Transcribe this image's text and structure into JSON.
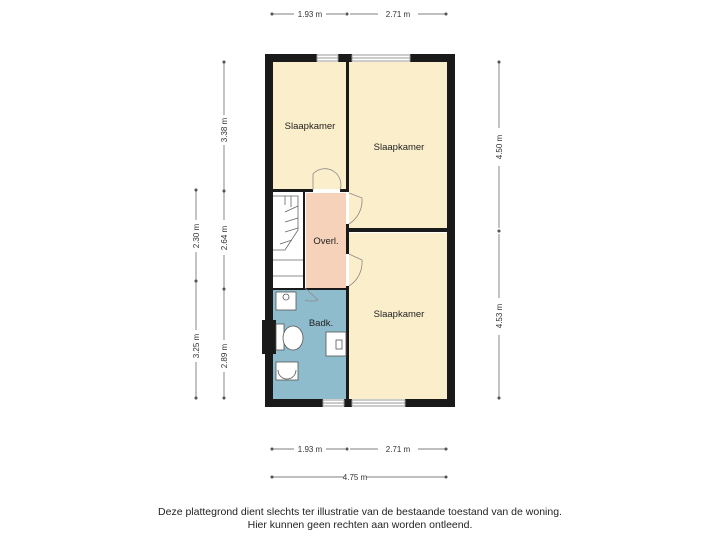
{
  "rooms": {
    "slaapkamer_top_left": "Slaapkamer",
    "slaapkamer_top_right": "Slaapkamer",
    "slaapkamer_bottom_right": "Slaapkamer",
    "overloop": "Overl.",
    "badkamer": "Badk."
  },
  "dimensions": {
    "top_left_width": "1.93 m",
    "top_right_width": "2.71 m",
    "bottom_left_width": "1.93 m",
    "bottom_right_width": "2.71 m",
    "total_width": "4.75 m",
    "right_upper_height": "4.50 m",
    "right_lower_height": "4.53 m",
    "inner_left_upper": "3.38 m",
    "inner_left_mid": "2.64 m",
    "inner_left_lower": "2.89 m",
    "outer_left_upper": "2.30 m",
    "outer_left_lower": "3.25 m"
  },
  "disclaimer": {
    "line1": "Deze plattegrond dient slechts ter illustratie van de bestaande toestand van de woning.",
    "line2": "Hier kunnen geen rechten aan worden ontleend."
  },
  "colors": {
    "bedroom": "#fbeecb",
    "landing": "#f6d2bb",
    "bathroom": "#8fbccc",
    "wall": "#1a1a1a"
  }
}
